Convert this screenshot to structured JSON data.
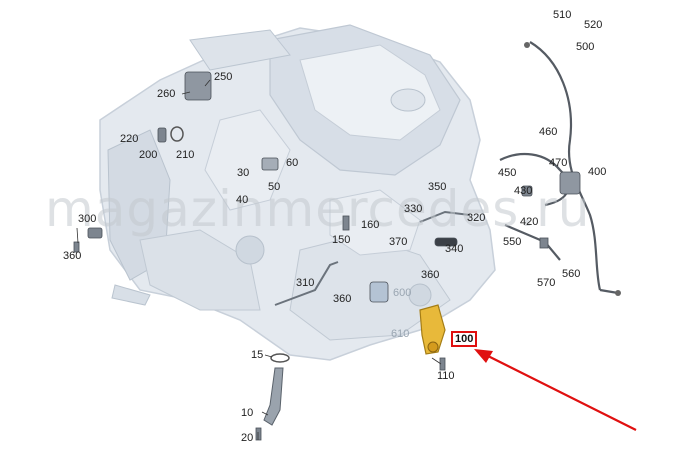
{
  "watermark": "magazinmercedes.ru",
  "highlight_color": "#e01010",
  "highlighted_part": "100",
  "callouts": [
    {
      "id": "510",
      "label": "510"
    },
    {
      "id": "520",
      "label": "520"
    },
    {
      "id": "500",
      "label": "500"
    },
    {
      "id": "250",
      "label": "250"
    },
    {
      "id": "260",
      "label": "260"
    },
    {
      "id": "220",
      "label": "220"
    },
    {
      "id": "200",
      "label": "200"
    },
    {
      "id": "210",
      "label": "210"
    },
    {
      "id": "460",
      "label": "460"
    },
    {
      "id": "450",
      "label": "450"
    },
    {
      "id": "470",
      "label": "470"
    },
    {
      "id": "400",
      "label": "400"
    },
    {
      "id": "430",
      "label": "430"
    },
    {
      "id": "420",
      "label": "420"
    },
    {
      "id": "550",
      "label": "550"
    },
    {
      "id": "560",
      "label": "560"
    },
    {
      "id": "570",
      "label": "570"
    },
    {
      "id": "60",
      "label": "60"
    },
    {
      "id": "30",
      "label": "30"
    },
    {
      "id": "50",
      "label": "50"
    },
    {
      "id": "40",
      "label": "40"
    },
    {
      "id": "350",
      "label": "350"
    },
    {
      "id": "330",
      "label": "330"
    },
    {
      "id": "320",
      "label": "320"
    },
    {
      "id": "160",
      "label": "160"
    },
    {
      "id": "150",
      "label": "150"
    },
    {
      "id": "370",
      "label": "370"
    },
    {
      "id": "340",
      "label": "340"
    },
    {
      "id": "360a",
      "label": "360"
    },
    {
      "id": "360b",
      "label": "360"
    },
    {
      "id": "360c",
      "label": "360"
    },
    {
      "id": "300",
      "label": "300"
    },
    {
      "id": "310",
      "label": "310"
    },
    {
      "id": "600",
      "label": "600"
    },
    {
      "id": "610",
      "label": "610"
    },
    {
      "id": "100",
      "label": "100"
    },
    {
      "id": "110",
      "label": "110"
    },
    {
      "id": "15",
      "label": "15"
    },
    {
      "id": "10",
      "label": "10"
    },
    {
      "id": "20",
      "label": "20"
    }
  ]
}
